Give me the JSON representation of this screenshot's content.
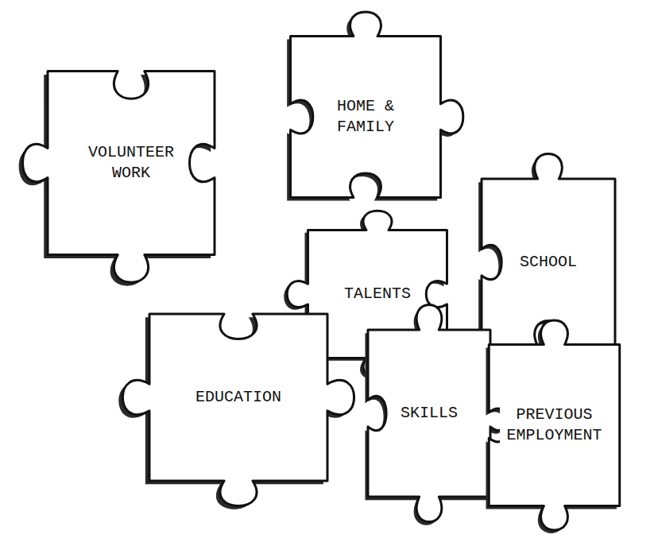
{
  "diagram": {
    "nodes": [
      {
        "text": [
          "VOLUNTEER WORK"
        ]
      },
      {
        "text": [
          "HOME & FAMILY"
        ]
      },
      {
        "text": [
          "TALENTS"
        ]
      },
      {
        "text": [
          "SCHOOL"
        ]
      },
      {
        "text": [
          "EDUCATION"
        ]
      },
      {
        "text": [
          "SKILLS"
        ]
      },
      {
        "text": [
          "PREVIOUS EMPLOYMENT"
        ]
      }
    ]
  }
}
